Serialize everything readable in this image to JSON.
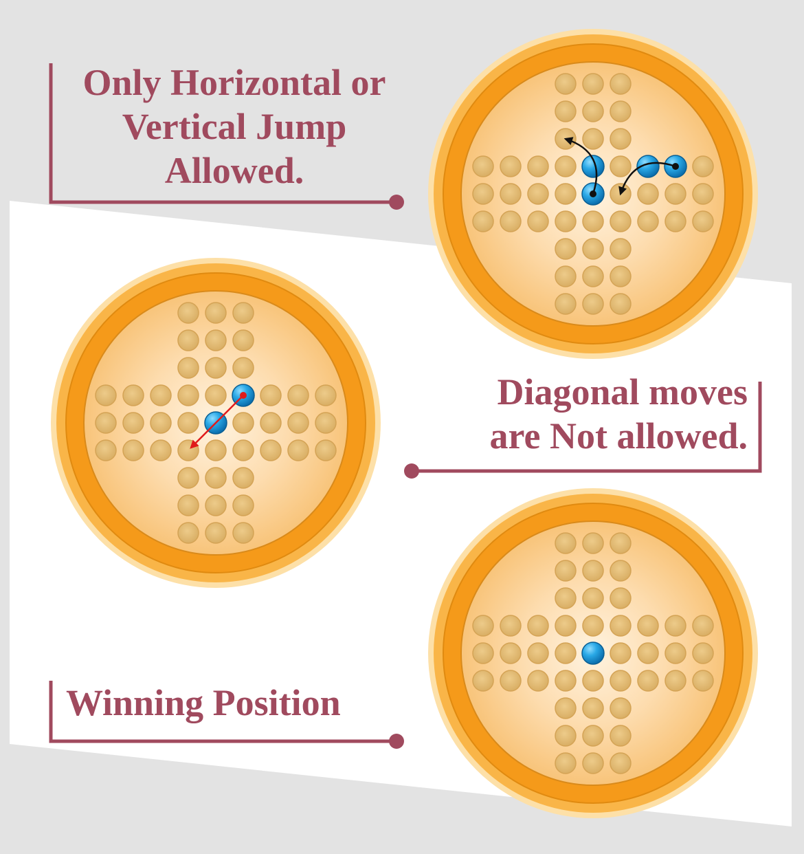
{
  "captions": {
    "horizontal_vertical": [
      "Only Horizontal or",
      "Vertical Jump",
      "Allowed."
    ],
    "diagonal": [
      "Diagonal moves",
      "are Not allowed."
    ],
    "winning": [
      "Winning Position"
    ]
  },
  "colors": {
    "caption": "#a04a5e",
    "peg": "#1ea0dc",
    "hole": "#e3bd76",
    "board_rim": "#f7a32a",
    "board_inner": "#fbd7a0",
    "jump_arrow": "#111111",
    "invalid_arrow": "#e01b1b",
    "background_band": "#e3e3e3",
    "panel": "#ffffff"
  },
  "boards": [
    {
      "name": "board-horizontal-vertical",
      "pegs": [
        [
          4,
          3
        ],
        [
          4,
          4
        ],
        [
          6,
          3
        ],
        [
          7,
          3
        ]
      ],
      "arrows": [
        {
          "type": "curved-jump",
          "from": [
            4,
            4
          ],
          "to": [
            3,
            2
          ]
        },
        {
          "type": "curved-jump",
          "from": [
            7,
            3
          ],
          "to": [
            5,
            4
          ]
        }
      ]
    },
    {
      "name": "board-diagonal",
      "pegs": [
        [
          5,
          3
        ],
        [
          4,
          4
        ]
      ],
      "arrows": [
        {
          "type": "diagonal-invalid",
          "from": [
            5,
            3
          ],
          "to": [
            3,
            5
          ]
        }
      ]
    },
    {
      "name": "board-winning",
      "pegs": [
        [
          4,
          4
        ]
      ],
      "arrows": []
    }
  ],
  "board_layout": "cross-33-holes"
}
